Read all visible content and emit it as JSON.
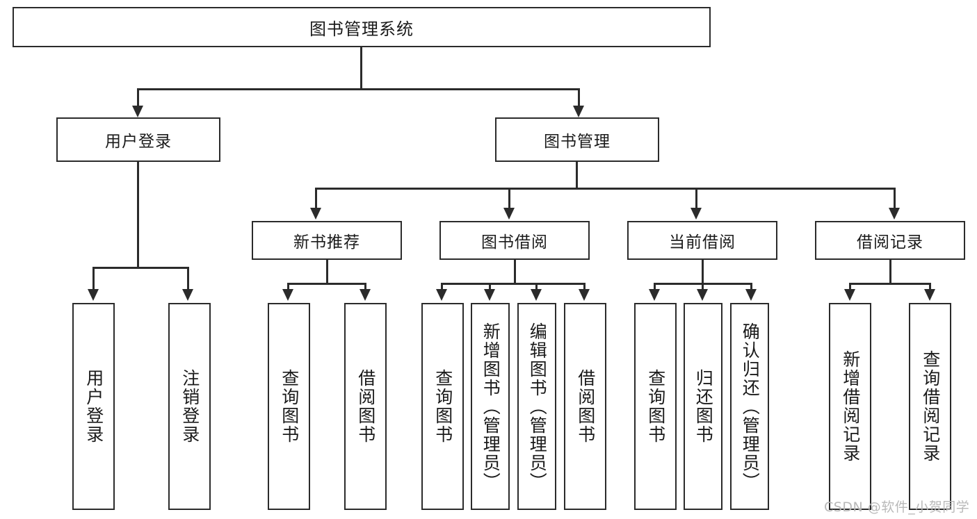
{
  "diagram": {
    "title_root": "图书管理系统",
    "level2": [
      {
        "id": "user-login",
        "label": "用户登录"
      },
      {
        "id": "book-manage",
        "label": "图书管理"
      }
    ],
    "level3": [
      {
        "id": "new-book-rec",
        "label": "新书推荐"
      },
      {
        "id": "book-borrow",
        "label": "图书借阅"
      },
      {
        "id": "current-borrow",
        "label": "当前借阅"
      },
      {
        "id": "borrow-record",
        "label": "借阅记录"
      }
    ],
    "leaves": {
      "user_login": [
        {
          "id": "leaf-user-login",
          "label": "用户登录"
        },
        {
          "id": "leaf-logout",
          "label": "注销登录"
        }
      ],
      "new_book_rec": [
        {
          "id": "leaf-query-book-1",
          "label": "查询图书"
        },
        {
          "id": "leaf-borrow-book-1",
          "label": "借阅图书"
        }
      ],
      "book_borrow": [
        {
          "id": "leaf-query-book-2",
          "label": "查询图书"
        },
        {
          "id": "leaf-add-book",
          "label": "新增图书（管理员）"
        },
        {
          "id": "leaf-edit-book",
          "label": "编辑图书（管理员）"
        },
        {
          "id": "leaf-borrow-book-2",
          "label": "借阅图书"
        }
      ],
      "current_borrow": [
        {
          "id": "leaf-query-book-3",
          "label": "查询图书"
        },
        {
          "id": "leaf-return-book",
          "label": "归还图书"
        },
        {
          "id": "leaf-confirm-return",
          "label": "确认归还（管理员）"
        }
      ],
      "borrow_record": [
        {
          "id": "leaf-add-record",
          "label": "新增借阅记录"
        },
        {
          "id": "leaf-query-record",
          "label": "查询借阅记录"
        }
      ]
    }
  },
  "watermark": {
    "text": "CSDN @软件_小贺同学"
  },
  "colors": {
    "stroke": "#2b2b2b",
    "fill": "#ffffff",
    "text": "#1a1a1a",
    "watermark": "#b9b9b9"
  }
}
